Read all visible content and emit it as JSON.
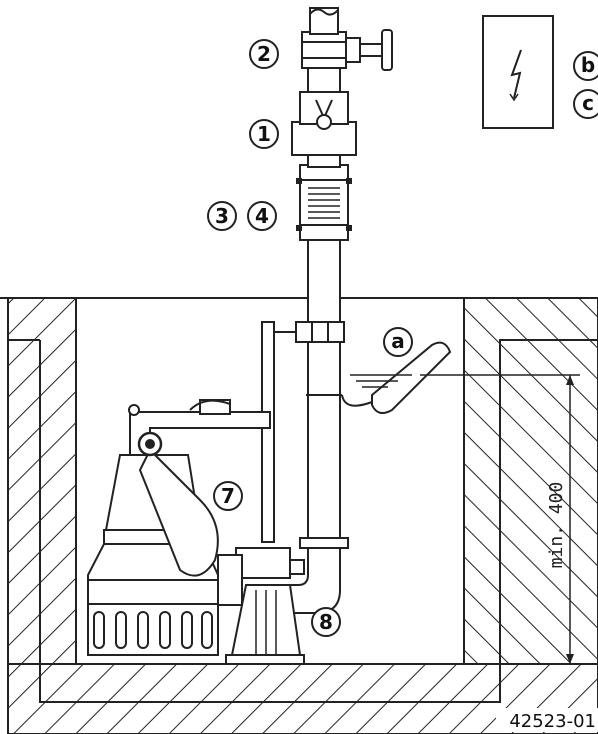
{
  "callouts": {
    "c1": "1",
    "c2": "2",
    "c3": "3",
    "c4": "4",
    "c7": "7",
    "c8": "8",
    "ca": "a",
    "cb": "b",
    "cc": "c"
  },
  "dimension_label": "min. 400",
  "reference_number": "42523-01",
  "icons": {
    "electric": "lightning-bolt-icon"
  }
}
